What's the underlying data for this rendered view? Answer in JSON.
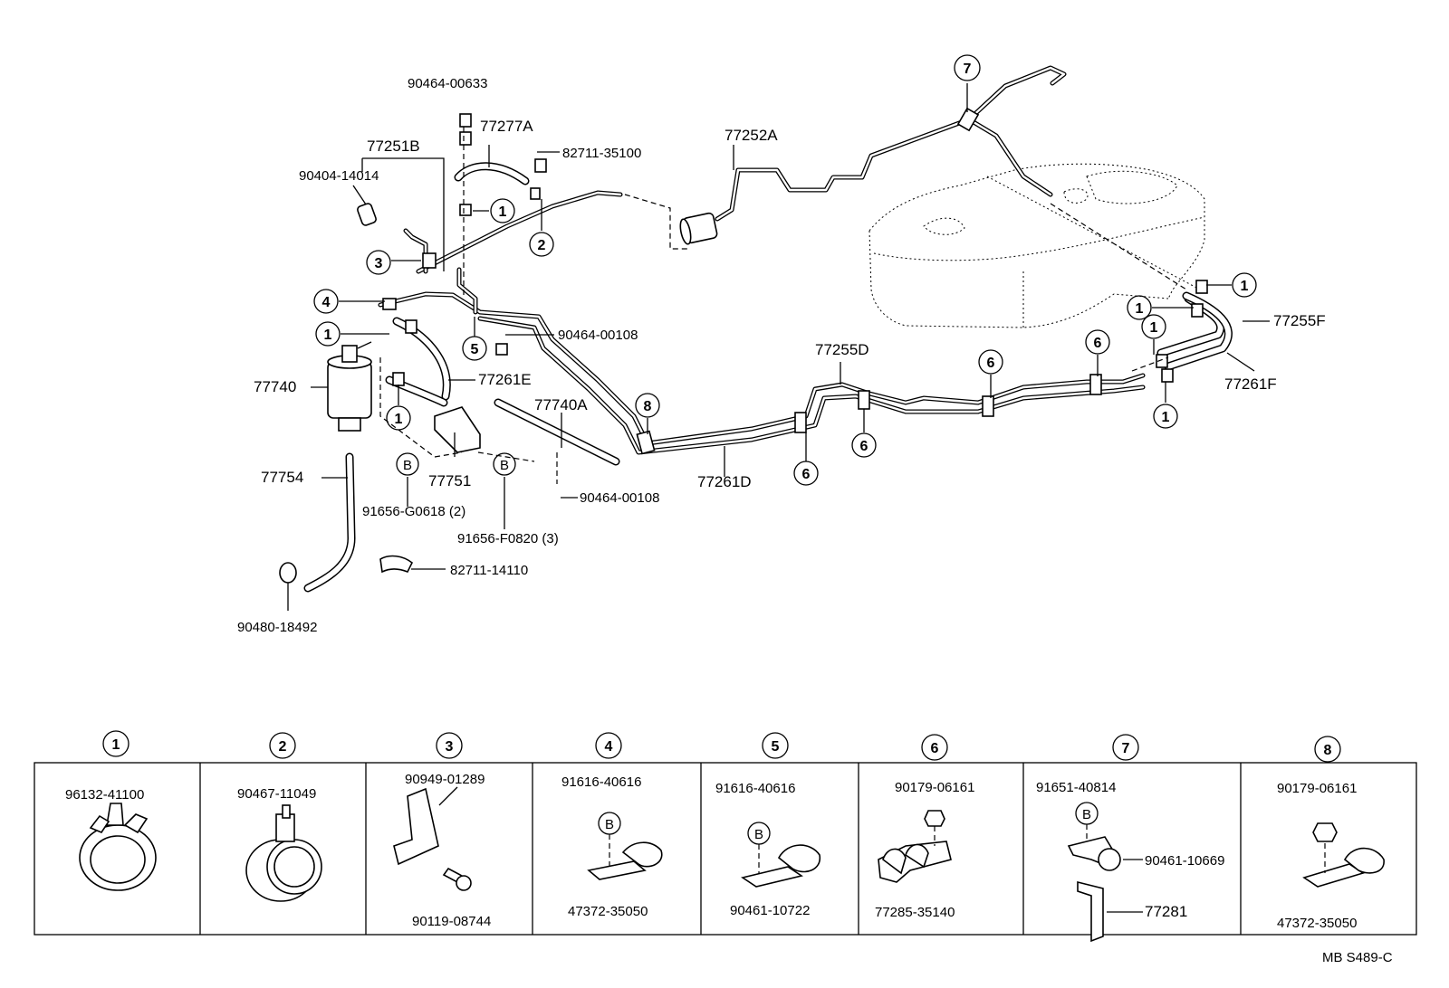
{
  "labels": {
    "p90464_00633": "90464-00633",
    "p77277A": "77277A",
    "p77251B": "77251B",
    "p82711_35100": "82711-35100",
    "p90404_14014": "90404-14014",
    "p77252A": "77252A",
    "p90464_00108_a": "90464-00108",
    "p77261E": "77261E",
    "p77740": "77740",
    "p77740A": "77740A",
    "p77751": "77751",
    "p77754": "77754",
    "p91656_G0618": "91656-G0618 (2)",
    "p91656_F0820": "91656-F0820 (3)",
    "p90464_00108_b": "90464-00108",
    "p82711_14110": "82711-14110",
    "p90480_18492": "90480-18492",
    "p77255D": "77255D",
    "p77261D": "77261D",
    "p77255F": "77255F",
    "p77261F": "77261F",
    "bolt_symbol": "B"
  },
  "callouts": [
    "1",
    "2",
    "3",
    "4",
    "5",
    "6",
    "7",
    "8"
  ],
  "legend": [
    {
      "num": "1",
      "parts": [
        "96132-41100"
      ]
    },
    {
      "num": "2",
      "parts": [
        "90467-11049"
      ]
    },
    {
      "num": "3",
      "parts": [
        "90949-01289",
        "90119-08744"
      ]
    },
    {
      "num": "4",
      "parts": [
        "91616-40616",
        "47372-35050"
      ]
    },
    {
      "num": "5",
      "parts": [
        "91616-40616",
        "90461-10722"
      ]
    },
    {
      "num": "6",
      "parts": [
        "90179-06161",
        "77285-35140"
      ]
    },
    {
      "num": "7",
      "parts": [
        "91651-40814",
        "90461-10669",
        "77281"
      ]
    },
    {
      "num": "8",
      "parts": [
        "90179-06161",
        "47372-35050"
      ]
    }
  ],
  "footer": "MB S489-C"
}
